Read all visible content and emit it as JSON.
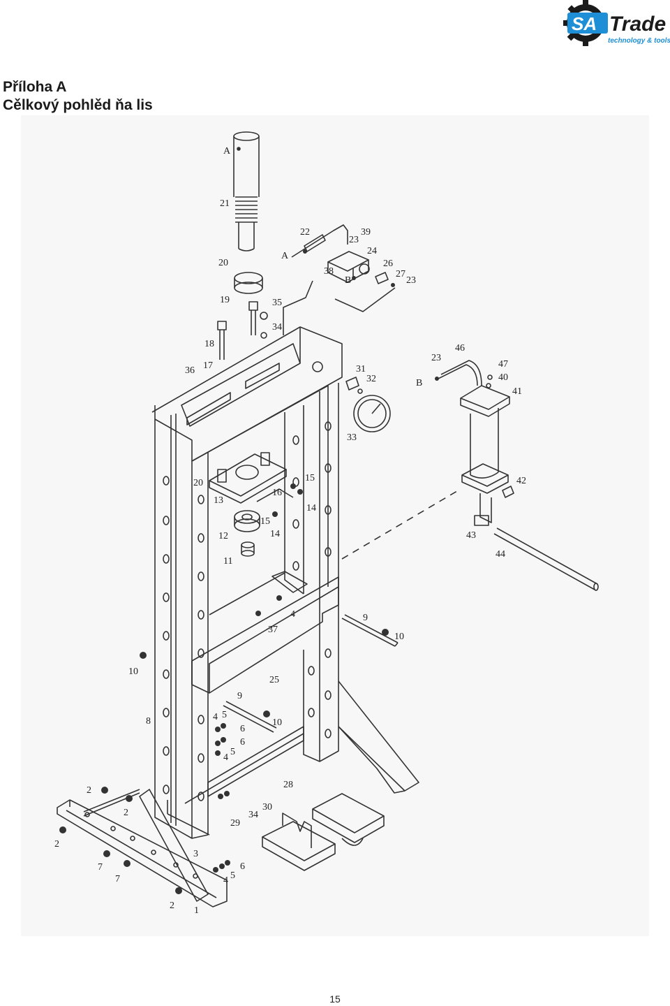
{
  "logo": {
    "mark": "SA",
    "brand": "Trade",
    "tagline": "technology & tools",
    "color": "#1e8fd6"
  },
  "heading": {
    "line1": "Příloha A",
    "line2": "Cělkový pohlěd ňa lis"
  },
  "figure": {
    "labels": {
      "l1": "1",
      "l2a": "2",
      "l2b": "2",
      "l2c": "2",
      "l2d": "2",
      "l3": "3",
      "l4a": "4",
      "l4b": "4",
      "l4c": "4",
      "l4d": "4",
      "l5a": "5",
      "l5b": "5",
      "l5c": "5",
      "l6a": "6",
      "l6b": "6",
      "l6c": "6",
      "l7a": "7",
      "l7b": "7",
      "l8": "8",
      "l9a": "9",
      "l9b": "9",
      "l10a": "10",
      "l10b": "10",
      "l10c": "10",
      "l11": "11",
      "l12": "12",
      "l13": "13",
      "l14a": "14",
      "l14b": "14",
      "l15a": "15",
      "l15b": "15",
      "l16": "16",
      "l17": "17",
      "l18": "18",
      "l19": "19",
      "l20a": "20",
      "l20b": "20",
      "l21": "21",
      "l22": "22",
      "l23a": "23",
      "l23b": "23",
      "l23c": "23",
      "l24": "24",
      "l25": "25",
      "l26": "26",
      "l27": "27",
      "l28": "28",
      "l29": "29",
      "l30": "30",
      "l31": "31",
      "l32": "32",
      "l33": "33",
      "l34a": "34",
      "l34b": "34",
      "l35": "35",
      "l36": "36",
      "l37": "37",
      "l38": "38",
      "l39": "39",
      "l40": "40",
      "l41": "41",
      "l42": "42",
      "l43": "43",
      "l44": "44",
      "l46": "46",
      "l47": "47",
      "lA1": "A",
      "lA2": "A",
      "lB1": "B",
      "lB2": "B"
    }
  },
  "page_number": "15"
}
